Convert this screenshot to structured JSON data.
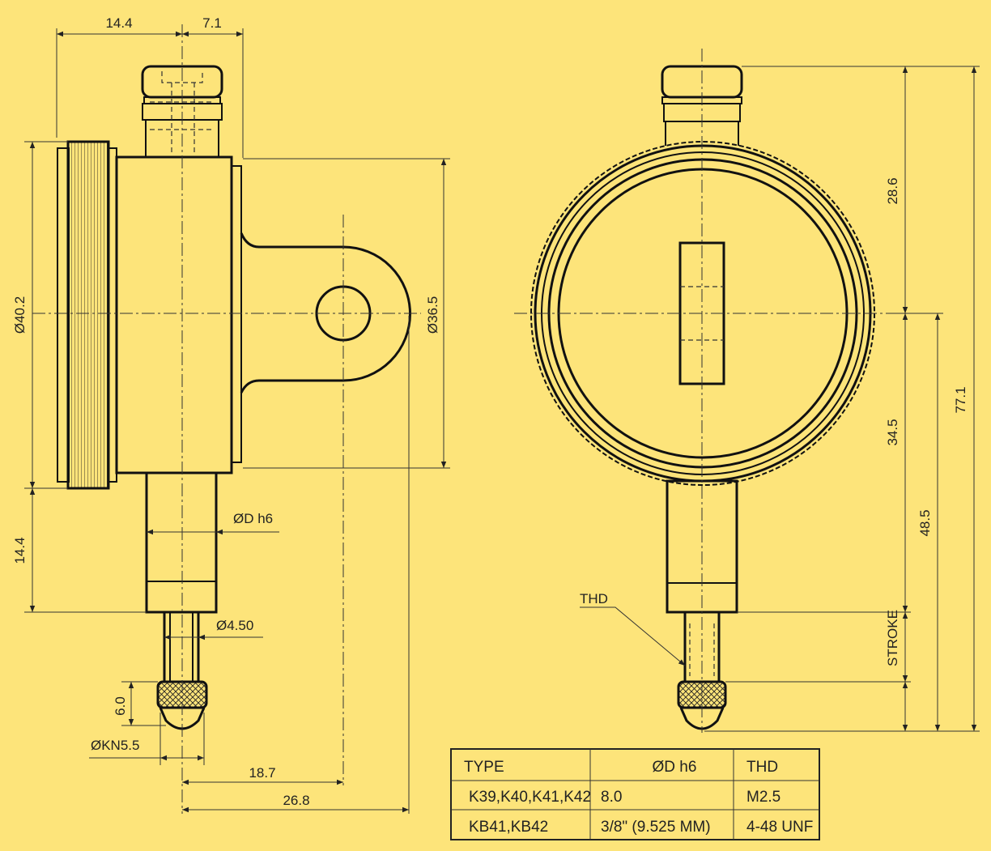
{
  "colors": {
    "background": "#fde47a",
    "line": "#111111"
  },
  "dimensions": {
    "d_14_4_top": "14.4",
    "d_7_1": "7.1",
    "d_40_2": "Ø40.2",
    "d_36_5": "Ø36.5",
    "d_14_4_left": "14.4",
    "d_dh6": "ØD h6",
    "d_4_50": "Ø4.50",
    "d_6_0": "6.0",
    "d_kn5_5": "ØKN5.5",
    "d_18_7": "18.7",
    "d_26_8": "26.8",
    "d_28_6": "28.6",
    "d_34_5": "34.5",
    "d_48_5": "48.5",
    "d_77_1": "77.1",
    "stroke": "STROKE",
    "thd": "THD"
  },
  "table": {
    "headers": [
      "TYPE",
      "ØD h6",
      "THD"
    ],
    "rows": [
      [
        "K39,K40,K41,K42",
        "8.0",
        "M2.5"
      ],
      [
        "KB41,KB42",
        "3/8\" (9.525 MM)",
        "4-48 UNF"
      ]
    ]
  }
}
